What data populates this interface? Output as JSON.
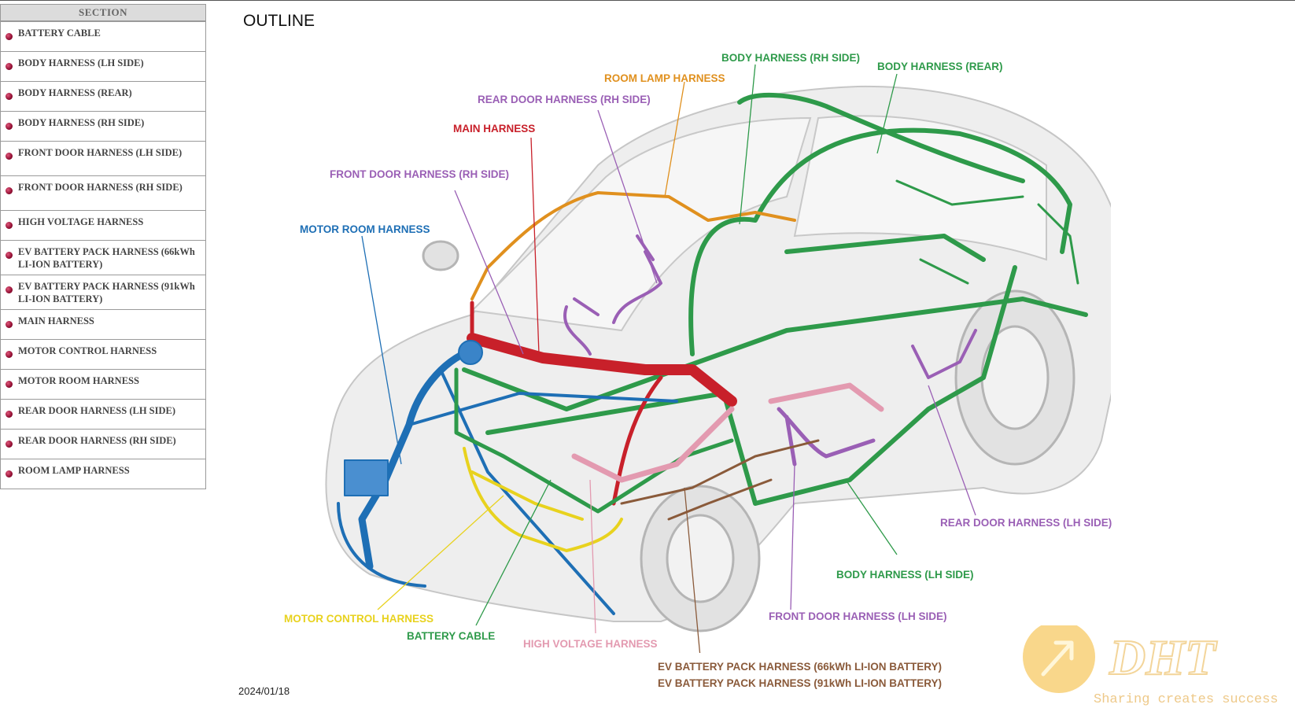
{
  "sidebar": {
    "header": "SECTION",
    "items": [
      {
        "label": "BATTERY CABLE"
      },
      {
        "label": "BODY HARNESS (LH SIDE)"
      },
      {
        "label": "BODY HARNESS (REAR)"
      },
      {
        "label": "BODY HARNESS (RH SIDE)"
      },
      {
        "label": "FRONT DOOR HARNESS (LH SIDE)"
      },
      {
        "label": "FRONT DOOR HARNESS (RH SIDE)"
      },
      {
        "label": "HIGH VOLTAGE HARNESS"
      },
      {
        "label": "EV BATTERY PACK HARNESS (66kWh LI-ION BATTERY)"
      },
      {
        "label": "EV BATTERY PACK HARNESS (91kWh LI-ION BATTERY)"
      },
      {
        "label": "MAIN HARNESS"
      },
      {
        "label": "MOTOR CONTROL HARNESS"
      },
      {
        "label": "MOTOR ROOM HARNESS"
      },
      {
        "label": "REAR DOOR HARNESS (LH SIDE)"
      },
      {
        "label": "REAR DOOR HARNESS (RH SIDE)"
      },
      {
        "label": "ROOM LAMP HARNESS"
      }
    ]
  },
  "page": {
    "title": "OUTLINE",
    "date": "2024/01/18"
  },
  "diagram": {
    "labels": {
      "body_rh": "BODY HARNESS (RH SIDE)",
      "body_rear": "BODY HARNESS (REAR)",
      "room_lamp": "ROOM LAMP HARNESS",
      "rear_door_rh": "REAR DOOR HARNESS (RH SIDE)",
      "main": "MAIN HARNESS",
      "front_door_rh": "FRONT DOOR HARNESS (RH SIDE)",
      "motor_room": "MOTOR ROOM HARNESS",
      "rear_door_lh": "REAR DOOR HARNESS (LH SIDE)",
      "body_lh": "BODY HARNESS (LH SIDE)",
      "motor_control": "MOTOR CONTROL HARNESS",
      "front_door_lh": "FRONT DOOR HARNESS (LH SIDE)",
      "battery_cable": "BATTERY CABLE",
      "high_voltage": "HIGH VOLTAGE HARNESS",
      "ev_66": "EV BATTERY PACK HARNESS (66kWh LI-ION BATTERY)",
      "ev_91": "EV BATTERY PACK HARNESS (91kWh LI-ION BATTERY)"
    },
    "colors": {
      "green": "#2e9a4a",
      "orange": "#e0901e",
      "purple": "#9a5fb5",
      "red": "#c8202a",
      "blue": "#1e6fb5",
      "yellow": "#e8d21e",
      "pink": "#e39ab0",
      "brown": "#8a5a3a"
    }
  },
  "watermark": {
    "logo_text": "DHT",
    "tagline": "Sharing creates success"
  }
}
